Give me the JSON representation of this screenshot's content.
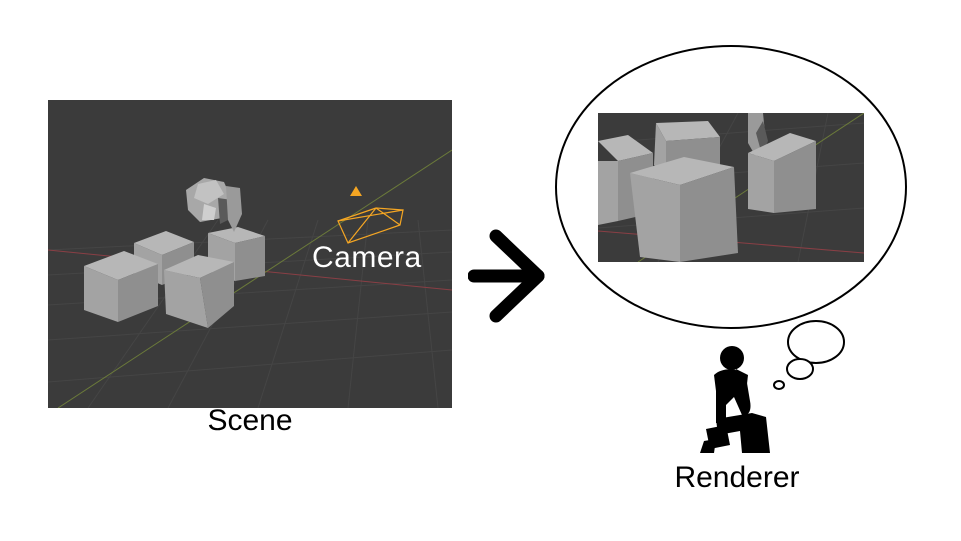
{
  "labels": {
    "camera": "Camera",
    "scene": "Scene",
    "renderer": "Renderer"
  },
  "colors": {
    "viewport_bg": "#3b3b3b",
    "grid_line": "#454545",
    "red_axis": "#8a3f45",
    "green_axis": "#6b7a3a",
    "cube_light": "#b7b7b7",
    "cube_mid": "#a3a3a3",
    "cube_dark": "#8f8f8f",
    "camera_orange": "#f5a623",
    "text": "#000000"
  },
  "icons": {
    "arrow": "right-arrow-icon",
    "thinker": "thinker-figure-icon",
    "camera": "camera-wireframe-icon"
  }
}
